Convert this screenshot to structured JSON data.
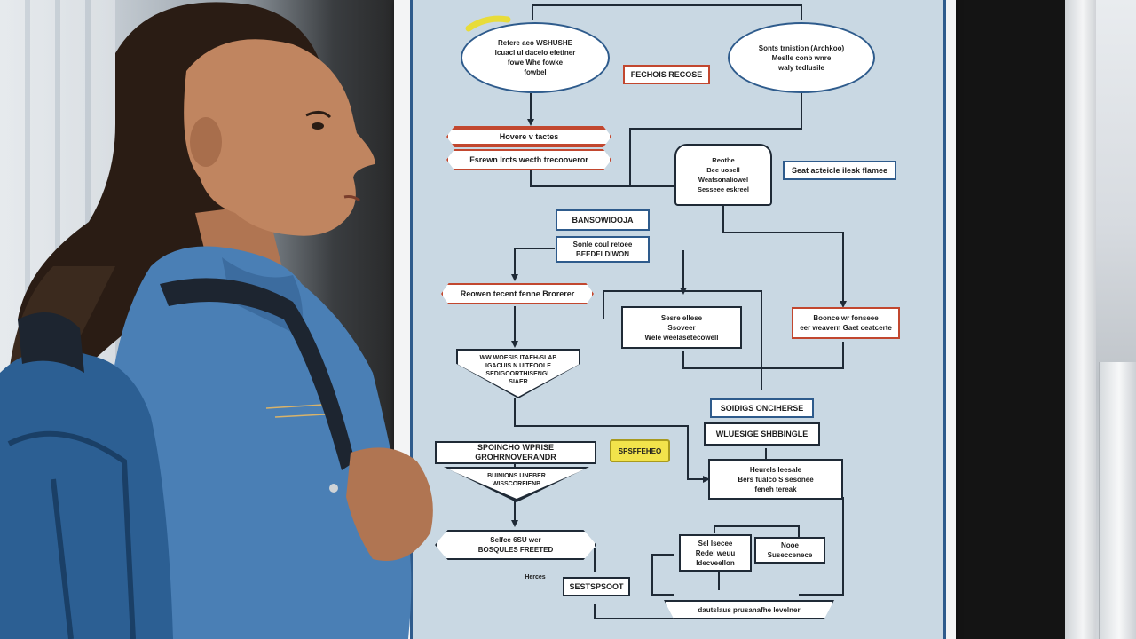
{
  "scene": {
    "description_free": true
  },
  "colors": {
    "board_bg": "#c9d8e3",
    "accent_blue": "#2e5b8c",
    "accent_red": "#c2472f",
    "accent_yellow": "#f2e34b",
    "jacket": "#4a7fb5",
    "backpack": "#2c5f93"
  },
  "flowchart": {
    "node_top_left": "Refere aeo WSHUSHE\nIcuacl ul dacelo efetiner\nfowe Whe fowke\nfowbel",
    "node_top_right": "Sonts trnistion (Archkoo)\nMeslle conb wnre\nwaly tedlusile",
    "node_red_top": "FECHOIS RECOSE",
    "node_hex_1": "Hovere v tactes",
    "node_hex_2": "Fsrewn Ircts wecth trecooveror",
    "node_doc_1": "Reothe\nBee uosell\nWeatsonaliowel\nSesseee eskreel",
    "node_side_1": "Seat acteicle ilesk flamee",
    "node_blue_1": "BANSOWIOOJA",
    "node_blue_2": "Sonle coul retoee\nBEEDELDIWON",
    "node_red_hex": "Reowen tecent fenne Brorerer",
    "node_doc_2": "Sesre ellese\nSsoveer\nWele weelasetecowell",
    "node_red_right": "Boonce wr fonseee\neer weavern Gaet ceatcerte",
    "node_tri_1": "WW WOESIS ITAEH-SLAB\nIGACUIS N UITEOOLE\nSEDIGOORTHISENGL\nSIAER",
    "node_blue_3": "SOIDIGS ONCIHERSE",
    "node_blue_4": "WLUESIGE SHBBINGLE",
    "node_wide": "SPOINCHO WPRISE GROHRNOVERANDR",
    "node_tri_2": "BUINIONS UNEBER\nWISSCORFIENB",
    "node_yellow": "SPSFFEHEO",
    "node_box_right": "Heurels leesale\nBers fualco S sesonee\nfeneh tereak",
    "node_hex_bottom": "Selfce 6SU wer\nBOSQULES FREETED",
    "node_small_1": "Sel Isecee\nRedel weuu\nIdecveellon",
    "node_small_2": "Nooe\nSuseccenece",
    "node_bottom_1": "SESTSPSOOT",
    "node_bottom_small": "Herces",
    "node_bottom_wide": "dautslaus prusanafhe levelner"
  }
}
